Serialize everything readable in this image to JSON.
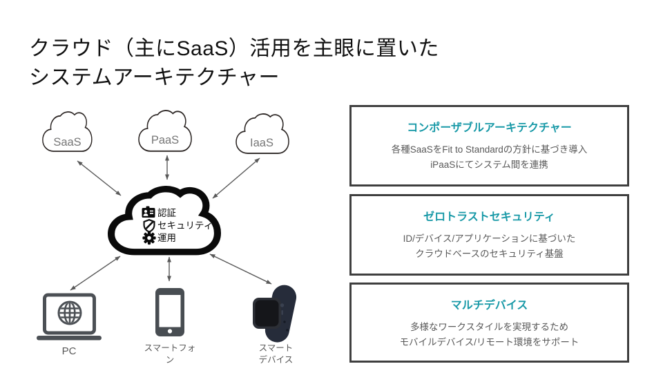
{
  "slide": {
    "title_line1": "クラウド（主にSaaS）活用を主眼に置いた",
    "title_line2": "システムアーキテクチャー"
  },
  "diagram": {
    "cloud_labels": {
      "saas": "SaaS",
      "paas": "PaaS",
      "iaas": "IaaS"
    },
    "core_items": [
      {
        "icon": "id-badge-icon",
        "label": "認証"
      },
      {
        "icon": "shield-icon",
        "label": "セキュリティ"
      },
      {
        "icon": "gear-icon",
        "label": "運用"
      }
    ],
    "device_labels": {
      "pc": "PC",
      "smartphone": "スマートフォン",
      "smart_device": "スマートデバイス"
    }
  },
  "panels": [
    {
      "title": "コンポーザブルアーキテクチャー",
      "body_line1": "各種SaaSをFit to Standardの方針に基づき導入",
      "body_line2": "iPaaSにてシステム間を連携"
    },
    {
      "title": "ゼロトラストセキュリティ",
      "body_line1": "ID/デバイス/アプリケーションに基づいた",
      "body_line2": "クラウドベースのセキュリティ基盤"
    },
    {
      "title": "マルチデバイス",
      "body_line1": "多様なワークスタイルを実現するため",
      "body_line2": "モバイルデバイス/リモート環境をサポート"
    }
  ],
  "colors": {
    "accent_teal": "#1899a7",
    "text_gray": "#595959",
    "panel_border": "#3f3f3f",
    "device_icon_gray": "#4c5055",
    "diagram_black": "#0a0a0a",
    "cloud_label_gray": "#767676",
    "watch_band_navy": "#262c3a"
  }
}
